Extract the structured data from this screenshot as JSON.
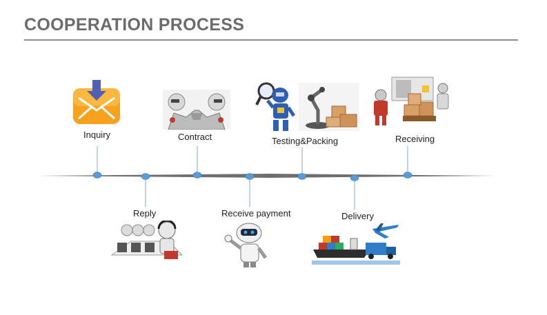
{
  "header": {
    "title": "COOPERATION PROCESS"
  },
  "steps": {
    "inquiry": "Inquiry",
    "reply": "Reply",
    "contract": "Contract",
    "receive_payment": "Receive payment",
    "testing_packing": "Testing&Packing",
    "delivery": "Delivery",
    "receiving": "Receiving"
  },
  "colors": {
    "title": "#6b6b6b",
    "timeline": "#6e6e6e",
    "node": "#5b9bd5",
    "connector": "#7aa7d6"
  }
}
